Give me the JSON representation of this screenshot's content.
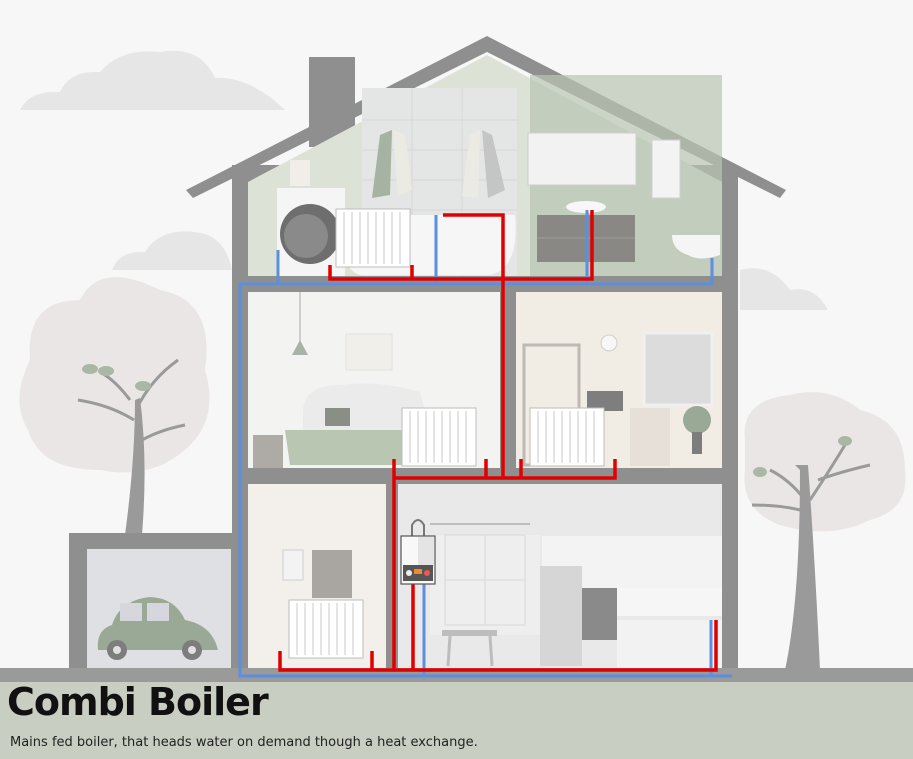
{
  "caption": {
    "title": "Combi Boiler",
    "subtitle": "Mains fed boiler, that heads water on demand though a heat exchange."
  },
  "colors": {
    "wall": "#8f8f8f",
    "hot_pipe": "#e00000",
    "cold_pipe": "#5b8fe0",
    "caption_bg": "#c9cec2",
    "sky": "#f7f7f7",
    "bathroom_wall": "#dde2d6",
    "bedroom_wall": "#f3f3f1",
    "study_wall": "#f1ece4",
    "kitchen_wall": "#e9e9ea"
  },
  "rooms": [
    {
      "name": "bathroom",
      "floor": "attic"
    },
    {
      "name": "bedroom",
      "floor": "first"
    },
    {
      "name": "study",
      "floor": "first"
    },
    {
      "name": "living-room",
      "floor": "ground"
    },
    {
      "name": "kitchen",
      "floor": "ground"
    },
    {
      "name": "garage",
      "floor": "ground"
    }
  ],
  "components": {
    "boiler": "combi-boiler",
    "radiators": 4
  }
}
